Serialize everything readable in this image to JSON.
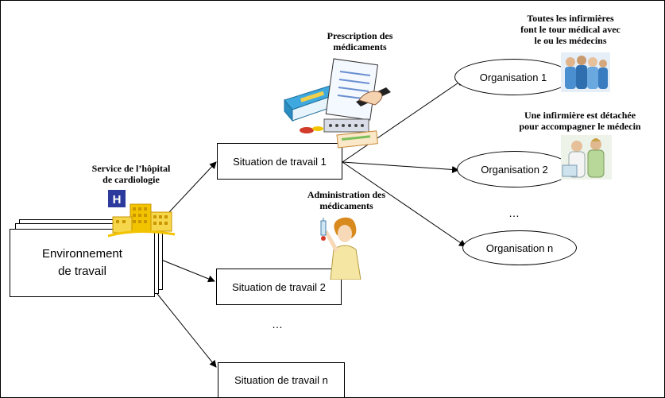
{
  "environment": {
    "line1": "Environnement",
    "line2": "de travail"
  },
  "hospital_caption": {
    "line1": "Service de l’hôpital",
    "line2": "de cardiologie",
    "sign_letter": "H"
  },
  "situations": [
    {
      "label": "Situation de travail 1"
    },
    {
      "label": "Situation de travail 2"
    },
    {
      "label": "Situation de travail n"
    }
  ],
  "situation_ellipsis": "…",
  "organisations": [
    {
      "label": "Organisation 1"
    },
    {
      "label": "Organisation 2"
    },
    {
      "label": "Organisation n"
    }
  ],
  "organisation_ellipsis": "…",
  "captions": {
    "prescription": {
      "line1": "Prescription des",
      "line2": "médicaments"
    },
    "administration": {
      "line1": "Administration des",
      "line2": "médicaments"
    },
    "tour": {
      "line1": "Toutes les infirmières",
      "line2": "font le tour médical avec",
      "line3": "le ou les médecins"
    },
    "detached": {
      "line1": "Une infirmière est détachée",
      "line2": "pour accompagner le médecin"
    }
  },
  "colors": {
    "line": "#000000",
    "sign_blue": "#2b3a9c",
    "building_yellow": "#f2c400"
  }
}
